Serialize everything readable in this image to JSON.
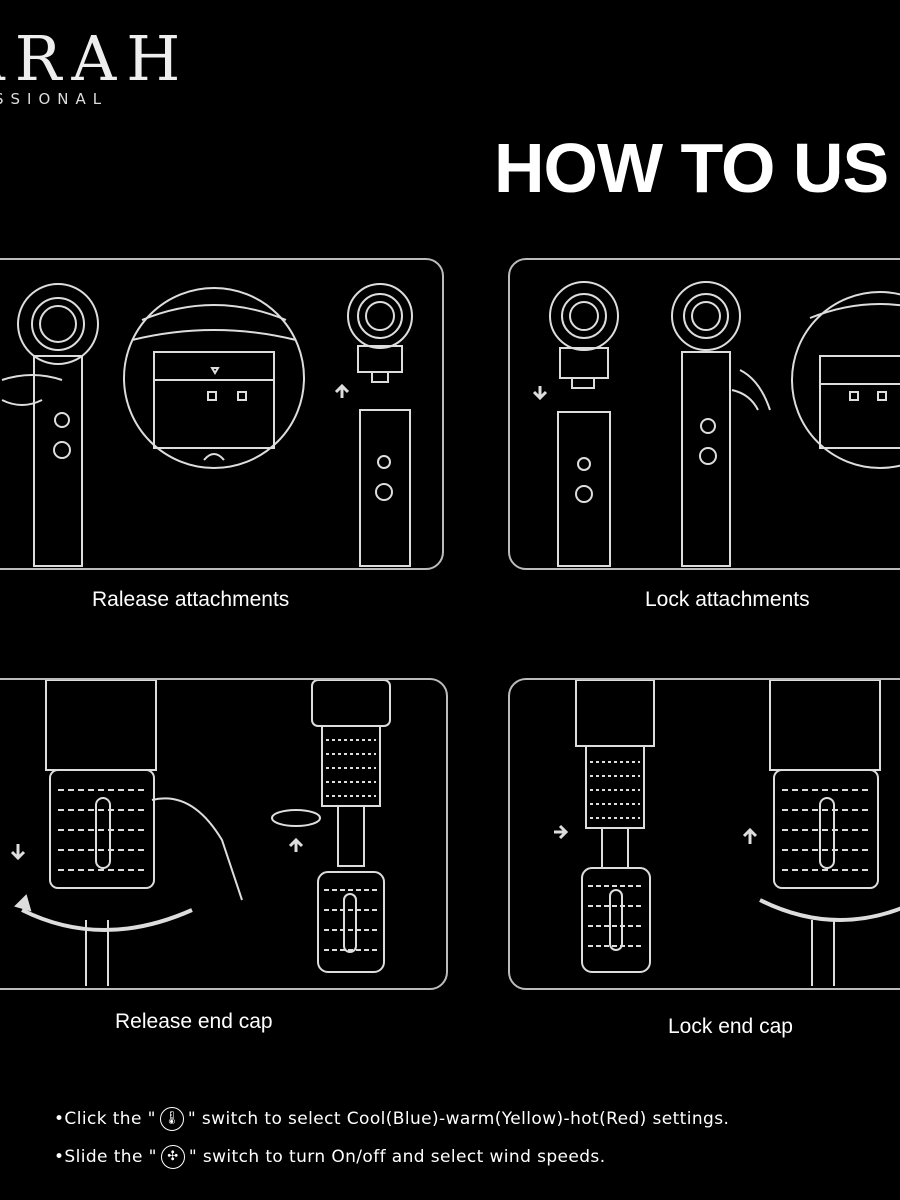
{
  "brand": {
    "name": "ARAH",
    "sub": "SSIONAL"
  },
  "headline": "HOW TO US",
  "steps": [
    {
      "caption": "Ralease attachments"
    },
    {
      "caption": "Lock attachments"
    },
    {
      "caption": "Release end cap"
    },
    {
      "caption": "Lock end cap"
    }
  ],
  "notes": [
    {
      "before": "•Click the \"",
      "icon": "thermometer-icon",
      "after": "\" switch to select Cool(Blue)-warm(Yellow)-hot(Red) settings."
    },
    {
      "before": "•Slide the \"",
      "icon": "fan-icon",
      "after": "\" switch to turn On/off and select wind speeds."
    }
  ],
  "colors": {
    "background": "#000000",
    "line": "#bbbbbb",
    "text": "#ffffff"
  }
}
